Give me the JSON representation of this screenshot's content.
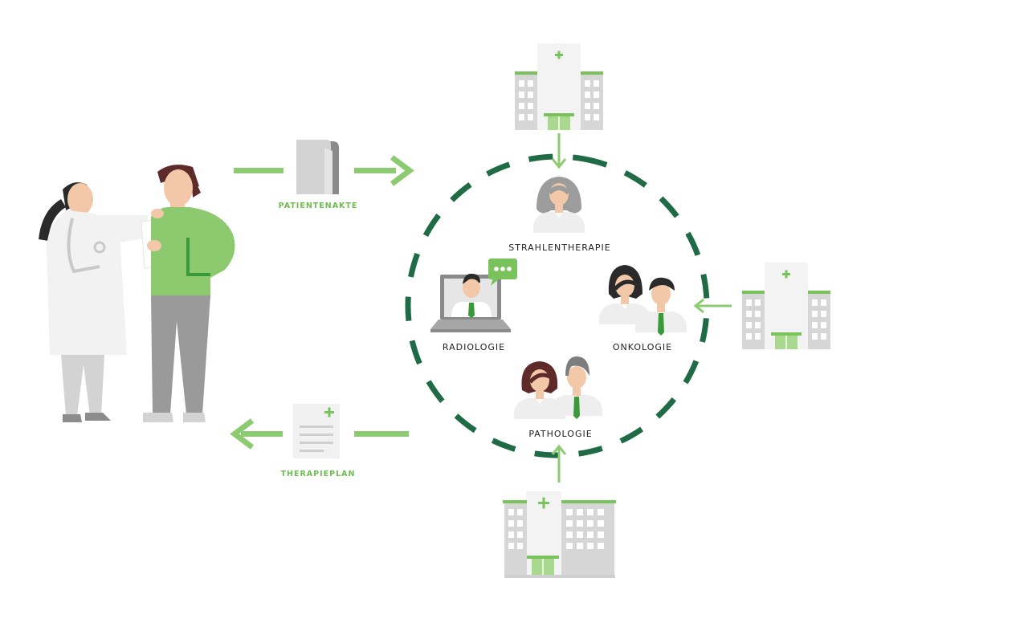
{
  "labels": {
    "patientenakte": "PATIENTENAKTE",
    "therapieplan": "THERAPIEPLAN",
    "strahlentherapie": "STRAHLENTHERAPIE",
    "radiologie": "RADIOLOGIE",
    "onkologie": "ONKOLOGIE",
    "pathologie": "PATHOLOGIE"
  },
  "colors": {
    "accent_green": "#7ac35c",
    "label_green": "#6fbd4f",
    "circle_dark_green": "#1e6b45",
    "building_gray": "#d5d5d5"
  }
}
